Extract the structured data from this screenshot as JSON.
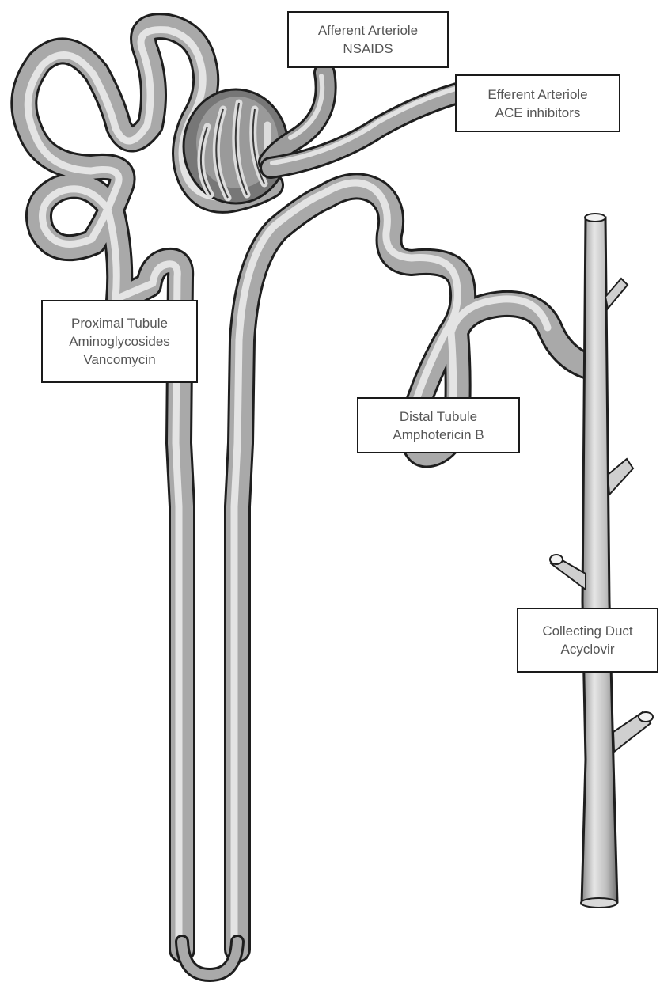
{
  "labels": {
    "afferent": {
      "name": "Afferent Arteriole",
      "drug": "NSAIDS"
    },
    "efferent": {
      "name": "Efferent Arteriole",
      "drug": "ACE inhibitors"
    },
    "proximal": {
      "name": "Proximal Tubule",
      "drug1": "Aminoglycosides",
      "drug2": "Vancomycin"
    },
    "distal": {
      "name": "Distal Tubule",
      "drug": "Amphotericin B"
    },
    "collecting": {
      "name": "Collecting Duct",
      "drug": "Acyclovir"
    }
  },
  "colors": {
    "tubule_outline": "#1e1e1e",
    "tubule_fill": "#a9a9a9",
    "tubule_highlight": "#e4e4e4",
    "label_border": "#1a1a1a",
    "label_text": "#555555"
  }
}
